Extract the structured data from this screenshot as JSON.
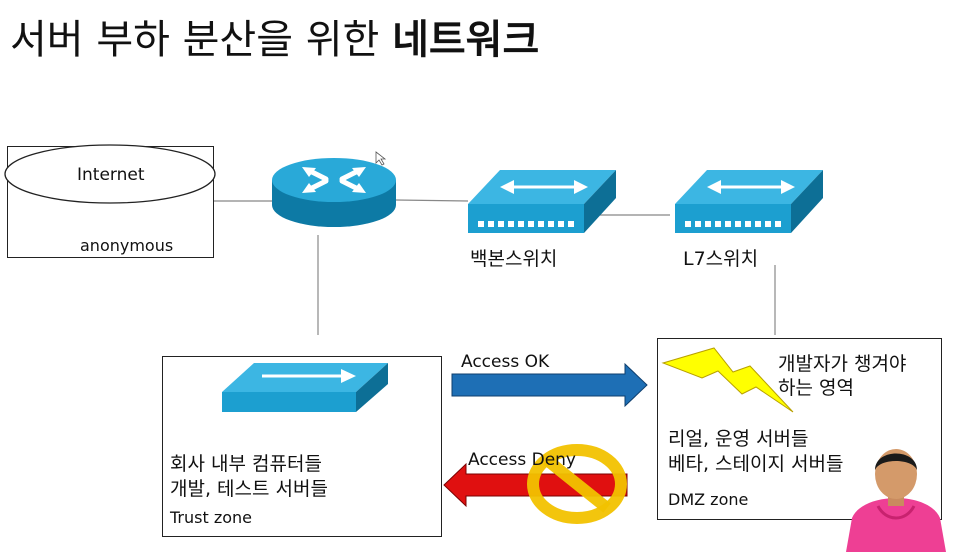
{
  "title": {
    "normal": "서버 부하 분산을 위한 ",
    "bold": "네트워크"
  },
  "internet": {
    "label": "Internet",
    "sublabel": "anonymous"
  },
  "switches": {
    "backbone": "백본스위치",
    "l7": "L7스위치"
  },
  "trust_zone": {
    "line1": "회사 내부 컴퓨터들",
    "line2": "개발, 테스트 서버들",
    "label": "Trust zone"
  },
  "dmz_zone": {
    "note_line1": "개발자가 챙겨야",
    "note_line2": "하는 영역",
    "line1": "리얼, 운영 서버들",
    "line2": "베타, 스테이지 서버들",
    "label": "DMZ zone"
  },
  "arrows": {
    "ok": "Access OK",
    "deny": "Access Deny"
  },
  "colors": {
    "device": "#1c9fd0",
    "device_dark": "#0d6f96",
    "arrow_ok": "#1e6fb5",
    "arrow_deny": "#e01010",
    "lightning": "#ffff00",
    "prohibit": "#f2c200"
  }
}
